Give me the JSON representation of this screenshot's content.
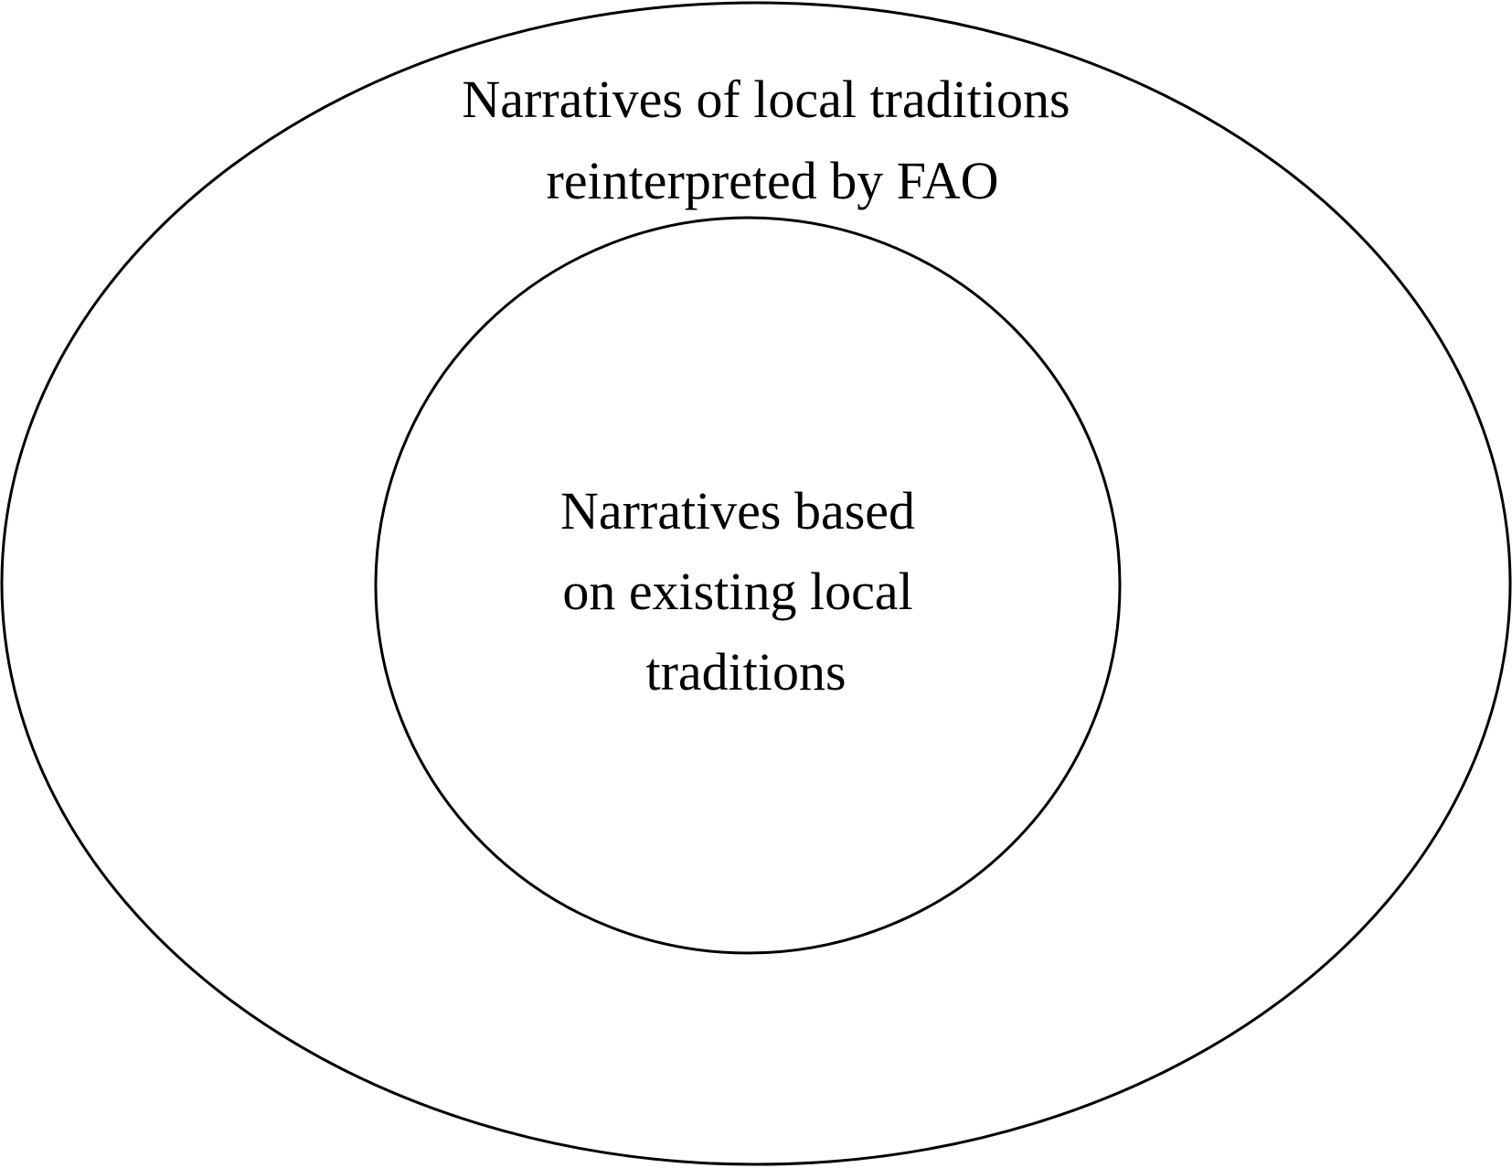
{
  "diagram": {
    "outer_label": {
      "lines": [
        "Narratives of local traditions",
        "reinterpreted by FAO"
      ]
    },
    "inner_label": {
      "lines": [
        "Narratives based",
        "on existing local",
        "traditions"
      ]
    },
    "stroke_color": "#000000",
    "background_color": "#ffffff"
  }
}
